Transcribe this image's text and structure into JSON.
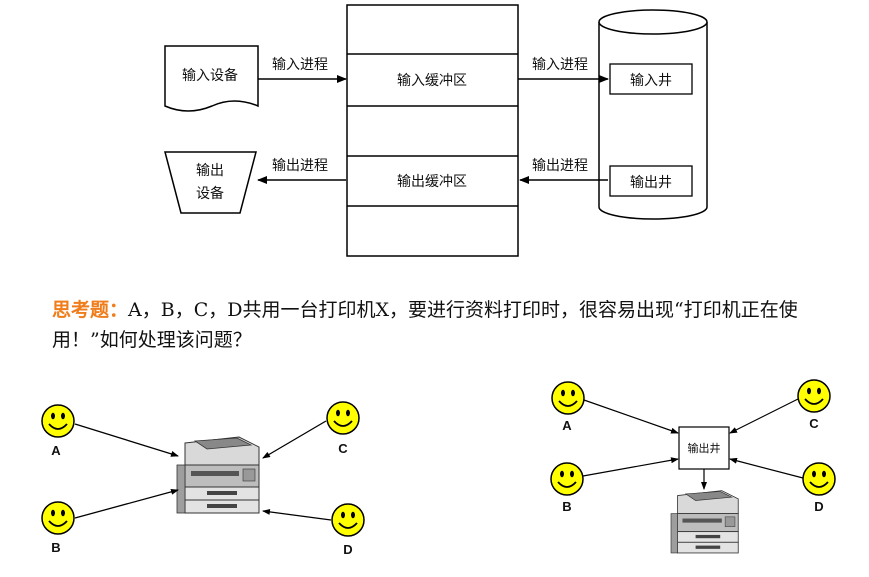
{
  "top_diagram": {
    "input_device": "输入设备",
    "output_device_line1": "输出",
    "output_device_line2": "设备",
    "input_process_left": "输入进程",
    "output_process_left": "输出进程",
    "input_buffer": "输入缓冲区",
    "output_buffer": "输出缓冲区",
    "input_process_right": "输入进程",
    "output_process_right": "输出进程",
    "input_well": "输入井",
    "output_well": "输出井"
  },
  "question": {
    "title": "思考题：",
    "body": "A，B，C，D共用一台打印机X，要进行资料打印时，很容易出现“打印机正在使用！”如何处理该问题？"
  },
  "left_scenario": {
    "users": [
      "A",
      "B",
      "C",
      "D"
    ]
  },
  "right_scenario": {
    "users": [
      "A",
      "B",
      "C",
      "D"
    ],
    "hub": "输出井"
  },
  "colors": {
    "smiley_fill": "#ffff00",
    "question_title": "#f07d1b"
  }
}
